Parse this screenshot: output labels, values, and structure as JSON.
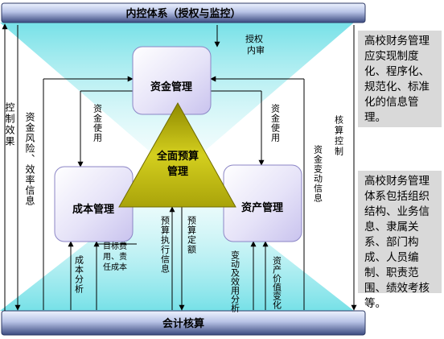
{
  "top_bar": {
    "title": "内控体系（授权与监控）"
  },
  "bottom_bar": {
    "title": "会计核算"
  },
  "boxes": {
    "fund": "资金管理",
    "cost": "成本管理",
    "asset": "资产管理",
    "center": [
      "全面预算",
      "管理"
    ]
  },
  "labels": {
    "auth_audit": [
      "授权",
      "内审"
    ],
    "control_effect": "控制效果",
    "fund_risk": "资金风险、效率信息",
    "fund_use_left": "资金使用",
    "fund_use_right": "资金使用",
    "fund_change": "资金变动信息",
    "accounting_control": "核算控制",
    "cost_analysis": "成本分析",
    "target_cost": [
      "目标费",
      "用、责",
      "任成本"
    ],
    "budget_exec": "预算执行信息",
    "budget_quota": "预算定额",
    "change_benefit": "变动及效用分析",
    "asset_value": "资产价值变化"
  },
  "notes": {
    "top": "高校财务管理应实现制度化、程序化、规范化、标准化的信息管理。",
    "bottom": "高校财务管理体系包括组织结构、业务信息、隶属关系、部门构成、人员编制、职责范围、绩效考核等。"
  },
  "colors": {
    "bar_light": "#eaf1ff",
    "bar_dark": "#3a4a7e",
    "box_light": "#ffffff",
    "box_lilac": "#d6d2f2",
    "triangle": "#b8b20a",
    "glow": "#7fe3e8",
    "note_bg": "#d9d9d9"
  }
}
